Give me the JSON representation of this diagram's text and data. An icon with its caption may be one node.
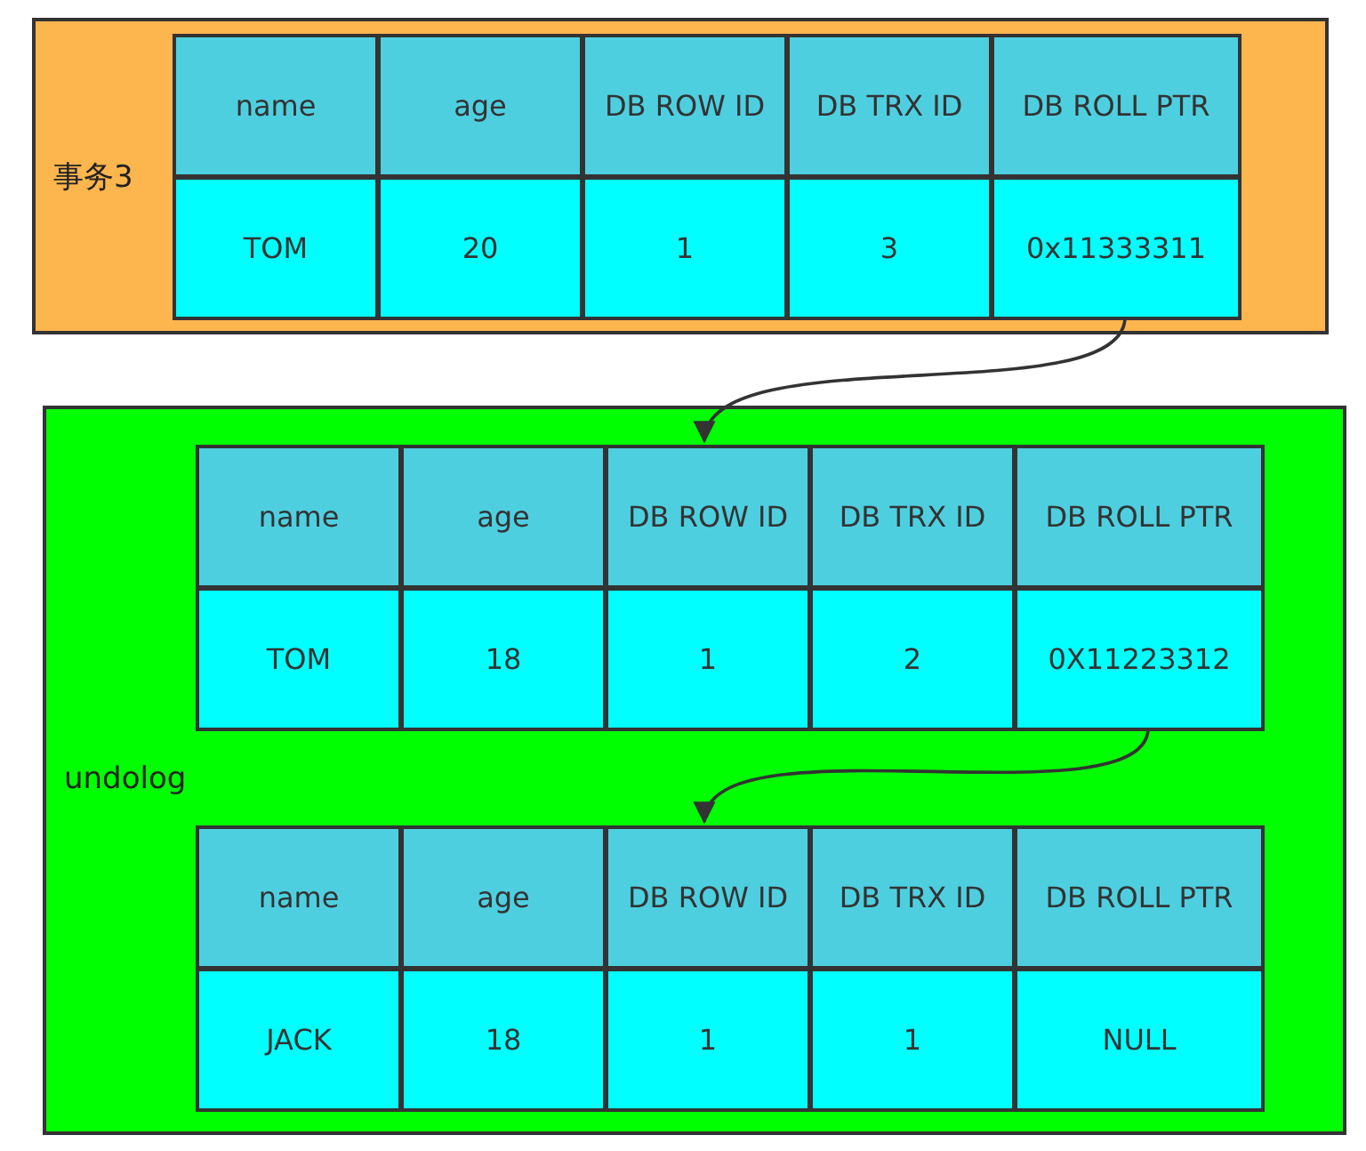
{
  "diagram": {
    "nodes": [
      {
        "text": [
          "事务3"
        ]
      },
      {
        "text": [
          "name"
        ],
        "in": 0
      },
      {
        "text": [
          "age"
        ],
        "in": 0
      },
      {
        "text": [
          "DB ROW ID"
        ],
        "in": 0
      },
      {
        "text": [
          "DB TRX ID"
        ],
        "in": 0
      },
      {
        "text": [
          "DB ROLL PTR"
        ],
        "in": 0
      },
      {
        "text": [
          "TOM"
        ],
        "in": 0
      },
      {
        "text": [
          "20"
        ],
        "in": 0
      },
      {
        "text": [
          "1"
        ],
        "in": 0
      },
      {
        "text": [
          "3"
        ],
        "in": 0
      },
      {
        "text": [
          "0x11333311"
        ],
        "in": 0
      },
      {
        "text": [
          "undolog"
        ]
      },
      {
        "text": [
          "name"
        ],
        "in": 11
      },
      {
        "text": [
          "age"
        ],
        "in": 11
      },
      {
        "text": [
          "DB ROW ID"
        ],
        "in": 11
      },
      {
        "text": [
          "DB TRX ID"
        ],
        "in": 11
      },
      {
        "text": [
          "DB ROLL PTR"
        ],
        "in": 11
      },
      {
        "text": [
          "TOM"
        ],
        "in": 11
      },
      {
        "text": [
          "18"
        ],
        "in": 11
      },
      {
        "text": [
          "1"
        ],
        "in": 11
      },
      {
        "text": [
          "2"
        ],
        "in": 11
      },
      {
        "text": [
          "0X11223312"
        ],
        "in": 11
      },
      {
        "text": [
          "name"
        ],
        "in": 11
      },
      {
        "text": [
          "age"
        ],
        "in": 11
      },
      {
        "text": [
          "DB ROW ID"
        ],
        "in": 11
      },
      {
        "text": [
          "DB TRX ID"
        ],
        "in": 11
      },
      {
        "text": [
          "DB ROLL PTR"
        ],
        "in": 11
      },
      {
        "text": [
          "JACK"
        ],
        "in": 11
      },
      {
        "text": [
          "18"
        ],
        "in": 11
      },
      {
        "text": [
          "1"
        ],
        "in": 11
      },
      {
        "text": [
          "1"
        ],
        "in": 11
      },
      {
        "text": [
          "NULL"
        ],
        "in": 11
      }
    ],
    "edges": [
      {
        "from": 10,
        "to": 14,
        "arrow": "to"
      },
      {
        "from": 21,
        "to": 24,
        "arrow": "to"
      }
    ]
  }
}
